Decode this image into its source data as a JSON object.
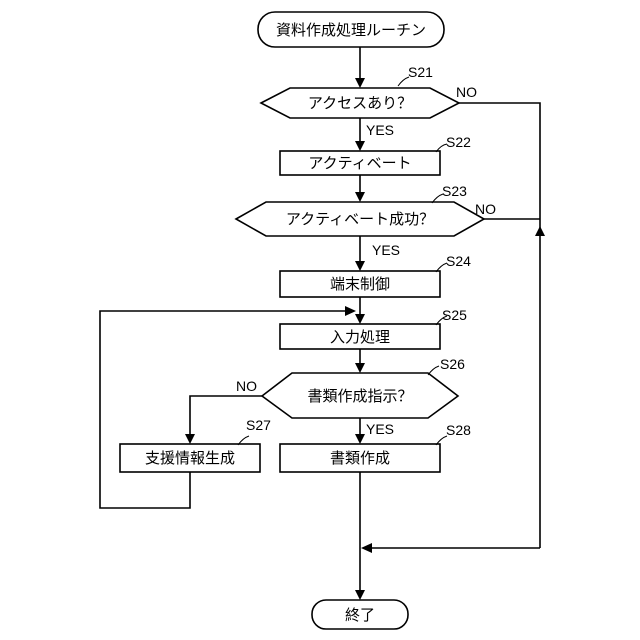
{
  "flowchart": {
    "nodes": {
      "start": "資料作成処理ルーチン",
      "s21": "アクセスあり？",
      "s22": "アクティベート",
      "s23": "アクティベート成功？",
      "s24": "端末制御",
      "s25": "入力処理",
      "s26": "書類作成指示？",
      "s27": "支援情報生成",
      "s28": "書類作成",
      "end": "終了"
    },
    "step_labels": {
      "s21": "S21",
      "s22": "S22",
      "s23": "S23",
      "s24": "S24",
      "s25": "S25",
      "s26": "S26",
      "s27": "S27",
      "s28": "S28"
    },
    "edge_labels": {
      "s21_yes": "YES",
      "s21_no": "NO",
      "s23_yes": "YES",
      "s23_no": "NO",
      "s26_yes": "YES",
      "s26_no": "NO"
    }
  }
}
